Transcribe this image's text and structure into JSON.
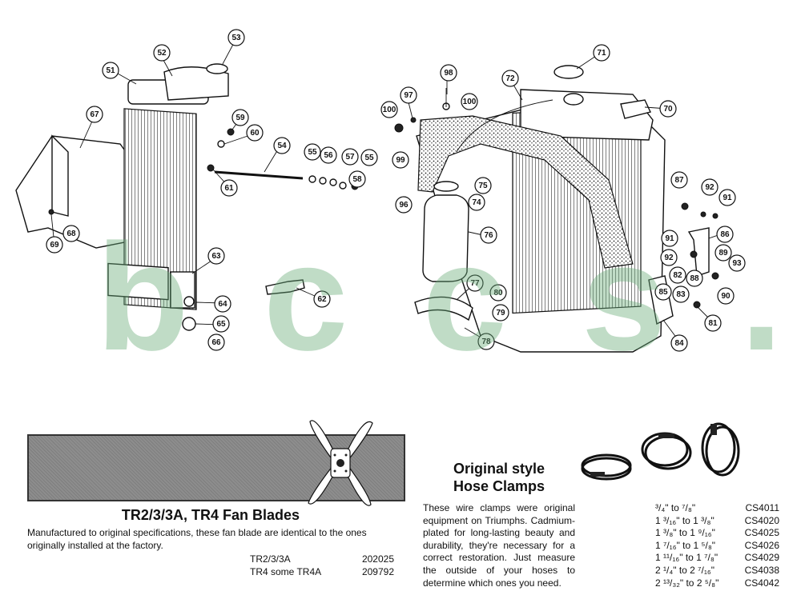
{
  "watermark": "b c c s . c n",
  "callouts": [
    {
      "num": "51"
    },
    {
      "num": "52"
    },
    {
      "num": "53"
    },
    {
      "num": "67"
    },
    {
      "num": "59"
    },
    {
      "num": "60"
    },
    {
      "num": "54"
    },
    {
      "num": "55"
    },
    {
      "num": "56"
    },
    {
      "num": "57"
    },
    {
      "num": "55"
    },
    {
      "num": "58"
    },
    {
      "num": "61"
    },
    {
      "num": "69"
    },
    {
      "num": "68"
    },
    {
      "num": "63"
    },
    {
      "num": "64"
    },
    {
      "num": "62"
    },
    {
      "num": "65"
    },
    {
      "num": "66"
    },
    {
      "num": "98"
    },
    {
      "num": "97"
    },
    {
      "num": "100"
    },
    {
      "num": "100"
    },
    {
      "num": "99"
    },
    {
      "num": "72"
    },
    {
      "num": "71"
    },
    {
      "num": "70"
    },
    {
      "num": "96"
    },
    {
      "num": "75"
    },
    {
      "num": "74"
    },
    {
      "num": "76"
    },
    {
      "num": "77"
    },
    {
      "num": "80"
    },
    {
      "num": "79"
    },
    {
      "num": "78"
    },
    {
      "num": "87"
    },
    {
      "num": "92"
    },
    {
      "num": "91"
    },
    {
      "num": "86"
    },
    {
      "num": "91"
    },
    {
      "num": "92"
    },
    {
      "num": "89"
    },
    {
      "num": "93"
    },
    {
      "num": "82"
    },
    {
      "num": "88"
    },
    {
      "num": "90"
    },
    {
      "num": "85"
    },
    {
      "num": "83"
    },
    {
      "num": "81"
    },
    {
      "num": "84"
    }
  ],
  "fan_blades": {
    "title": "TR2/3/3A, TR4 Fan Blades",
    "description": "Manufactured to original specifications, these fan blade are identical to the ones originally installed at the factory.",
    "parts": [
      {
        "model": "TR2/3/3A",
        "number": "202025"
      },
      {
        "model": "TR4 some TR4A",
        "number": "209792"
      }
    ]
  },
  "hose_clamps": {
    "title_line1": "Original style",
    "title_line2": "Hose Clamps",
    "description": "These wire clamps were original equipment on Triumphs. Cadmium-plated for long-lasting beauty and durability, they're necessary for a correct restoration. Just measure the outside of your hoses to determine which ones you need.",
    "sizes": [
      {
        "range": "³/₄\" to ⁷/₈\"",
        "number": "CS4011"
      },
      {
        "range": "1 ³/₁₆\" to 1 ³/₈\"",
        "number": "CS4020"
      },
      {
        "range": "1 ³/₈\" to 1 ⁹/₁₆\"",
        "number": "CS4025"
      },
      {
        "range": "1 ⁷/₁₆\" to 1 ⁵/₈\"",
        "number": "CS4026"
      },
      {
        "range": "1 ¹¹/₁₆\" to 1 ⁷/₈\"",
        "number": "CS4029"
      },
      {
        "range": "2 ¹/₄\" to 2 ⁷/₁₆\"",
        "number": "CS4038"
      },
      {
        "range": "2 ¹³/₃₂\" to 2 ⁵/₈\"",
        "number": "CS4042"
      }
    ]
  }
}
